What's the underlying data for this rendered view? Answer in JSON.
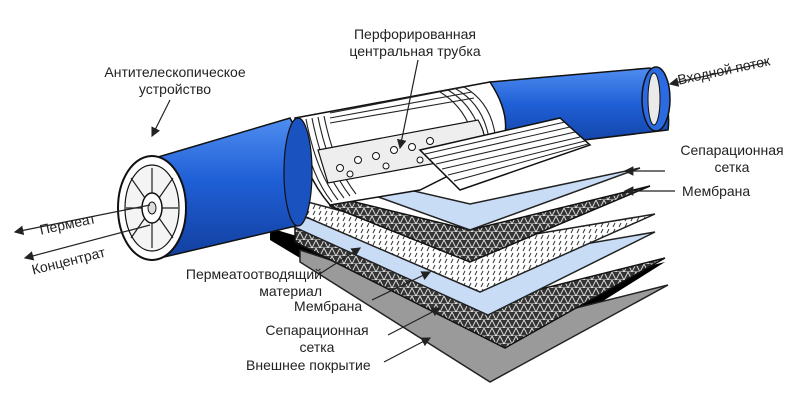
{
  "labels": {
    "anti_telescoping_1": "Антителескопическое",
    "anti_telescoping_2": "устройство",
    "perforated_tube_1": "Перфорированная",
    "perforated_tube_2": "центральная трубка",
    "feed_flow": "Входной поток",
    "separation_mesh_top_1": "Сепарационная",
    "separation_mesh_top_2": "сетка",
    "membrane_top": "Мембрана",
    "permeate": "Пермеат",
    "concentrate": "Концентрат",
    "permeate_carrier_1": "Пермеатоотводящий",
    "permeate_carrier_2": "материал",
    "membrane_bottom": "Мембрана",
    "separation_mesh_bottom_1": "Сепарационная",
    "separation_mesh_bottom_2": "сетка",
    "outer_cover": "Внешнее покрытие"
  },
  "colors": {
    "module_blue": "#1f5fd6",
    "membrane_light_blue": "#c9dcf5",
    "mesh_dark": "#2b2b2b",
    "cover_grey": "#9a9a9a"
  }
}
